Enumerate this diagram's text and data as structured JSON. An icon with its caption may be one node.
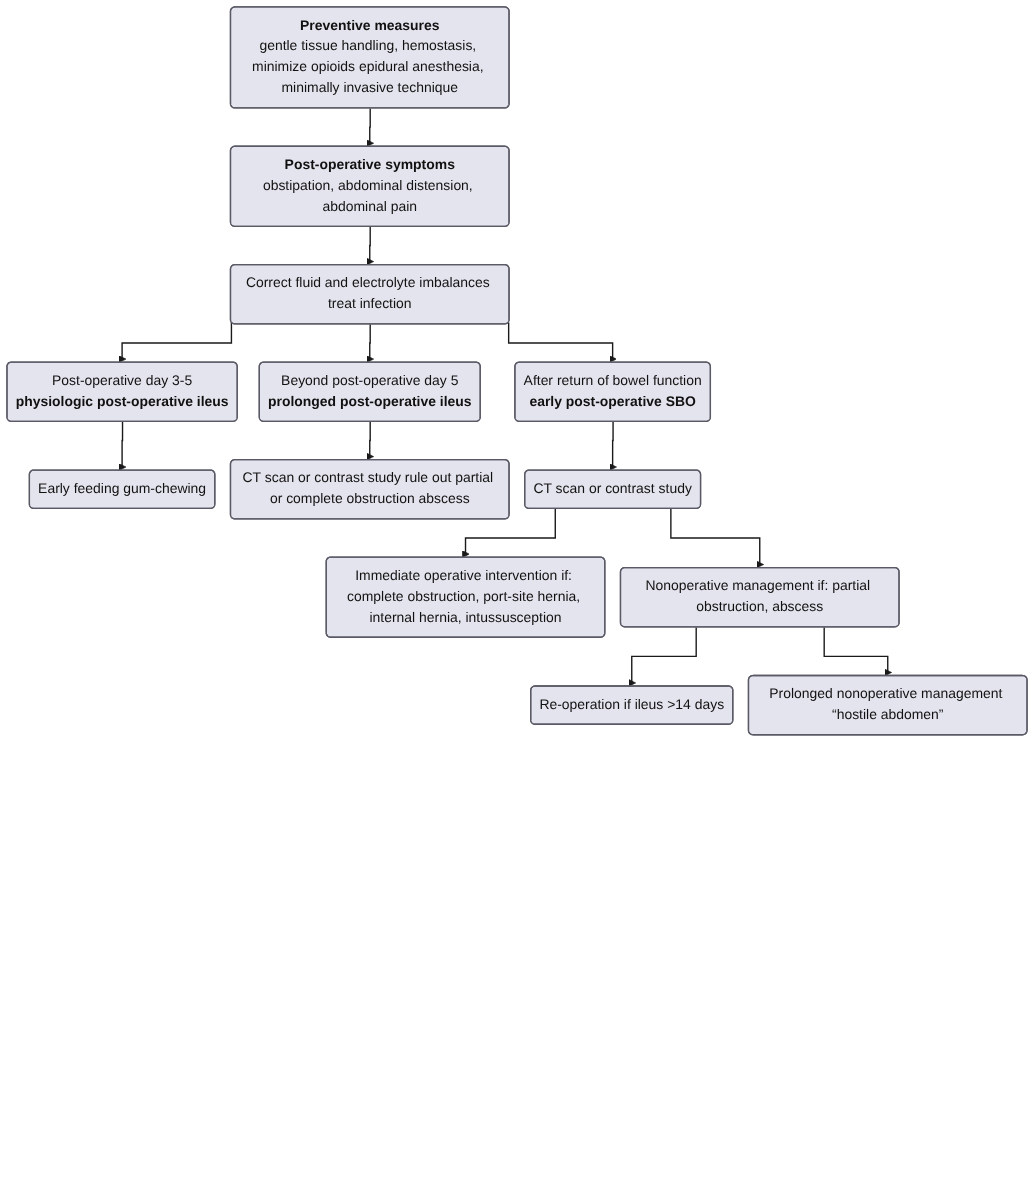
{
  "diagram": {
    "nodes": [
      {
        "text": [
          "Preventive measures",
          "gentle tissue handling, hemostasis, minimize opioids epidural anesthesia, minimally invasive technique"
        ]
      },
      {
        "text": [
          "Post-operative symptoms",
          "obstipation, abdominal distension, abdominal pain"
        ]
      },
      {
        "text": [
          "Correct fluid and electrolyte imbalances treat infection"
        ]
      },
      {
        "text": [
          "Post-operative day 3-5",
          "physiologic post-operative ileus"
        ]
      },
      {
        "text": [
          "Beyond post-operative day 5",
          "prolonged post-operative ileus"
        ]
      },
      {
        "text": [
          "After return of bowel function",
          "early post-operative SBO"
        ]
      },
      {
        "text": [
          "Early feeding gum-chewing"
        ]
      },
      {
        "text": [
          "CT scan or contrast study rule out partial or complete obstruction abscess"
        ]
      },
      {
        "text": [
          "CT scan or contrast study"
        ]
      },
      {
        "text": [
          "Immediate operative intervention if: complete obstruction, port-site hernia, internal hernia, intussusception"
        ]
      },
      {
        "text": [
          "Nonoperative management if: partial obstruction, abscess"
        ]
      },
      {
        "text": [
          "Re-operation if ileus >14 days"
        ]
      },
      {
        "text": [
          "Prolonged nonoperative management “hostile abdomen”"
        ]
      }
    ],
    "edges": [
      {
        "from": 0,
        "to": 1,
        "arrow": "to"
      },
      {
        "from": 1,
        "to": 2,
        "arrow": "to"
      },
      {
        "from": 2,
        "to": 3,
        "arrow": "to"
      },
      {
        "from": 2,
        "to": 4,
        "arrow": "to"
      },
      {
        "from": 2,
        "to": 5,
        "arrow": "to"
      },
      {
        "from": 3,
        "to": 6,
        "arrow": "to"
      },
      {
        "from": 4,
        "to": 7,
        "arrow": "to"
      },
      {
        "from": 5,
        "to": 8,
        "arrow": "to"
      },
      {
        "from": 8,
        "to": 9,
        "arrow": "to"
      },
      {
        "from": 8,
        "to": 10,
        "arrow": "to"
      },
      {
        "from": 10,
        "to": 11,
        "arrow": "to"
      },
      {
        "from": 10,
        "to": 12,
        "arrow": "to"
      }
    ]
  }
}
